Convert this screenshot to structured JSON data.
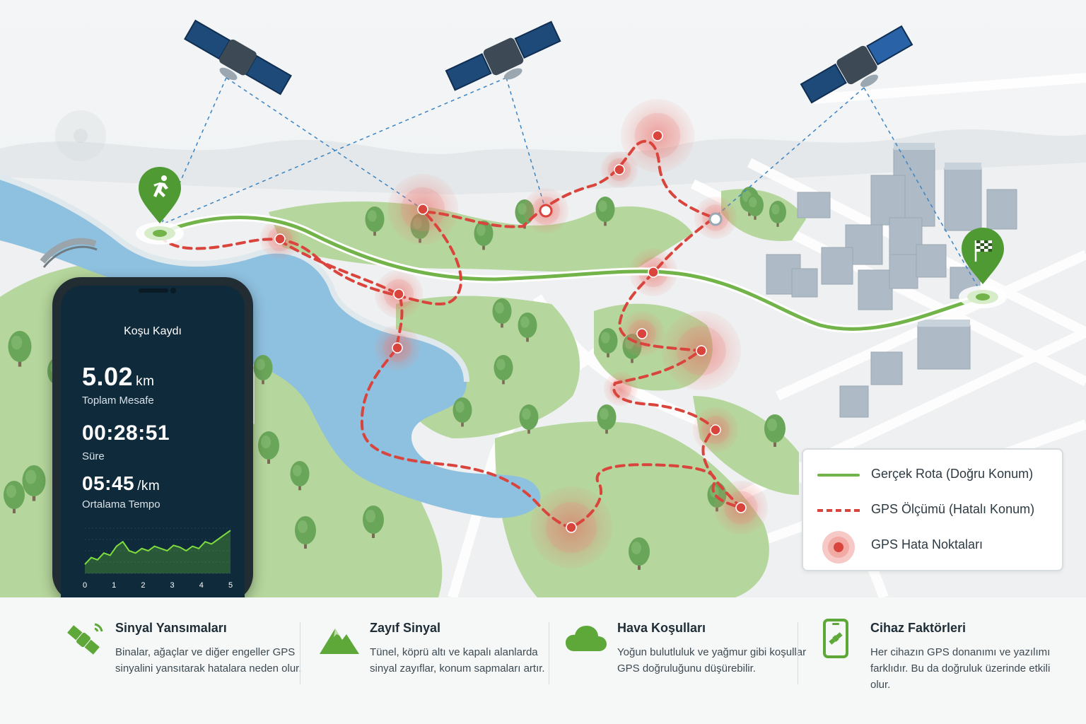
{
  "phone": {
    "app_title": "Koşu Kaydı",
    "distance": {
      "value": "5.02",
      "unit": "km",
      "label": "Toplam Mesafe"
    },
    "duration": {
      "value": "00:28:51",
      "label": "Süre"
    },
    "pace": {
      "value": "05:45",
      "unit": "/km",
      "label": "Ortalama Tempo"
    },
    "chart_data": {
      "type": "area",
      "x_ticks": [
        "0",
        "1",
        "2",
        "3",
        "4",
        "5"
      ],
      "x_range": [
        0,
        5
      ],
      "values": [
        0.2,
        0.35,
        0.3,
        0.45,
        0.4,
        0.6,
        0.7,
        0.5,
        0.45,
        0.55,
        0.5,
        0.6,
        0.55,
        0.5,
        0.62,
        0.58,
        0.5,
        0.6,
        0.55,
        0.7,
        0.65,
        0.75,
        0.85,
        0.95
      ],
      "color": "#6fcf3a"
    }
  },
  "legend": {
    "items": [
      {
        "label": "Gerçek Rota (Doğru Konum)",
        "type": "line",
        "color": "#72b44a"
      },
      {
        "label": "GPS Ölçümü (Hatalı Konum)",
        "type": "dashed",
        "color": "#d9443c"
      },
      {
        "label": "GPS Hata Noktaları",
        "type": "dot",
        "color": "#d9443c"
      }
    ]
  },
  "factors": [
    {
      "icon": "satellite-icon",
      "title": "Sinyal Yansımaları",
      "desc": "Binalar, ağaçlar ve diğer engeller GPS sinyalini yansıtarak hatalara neden olur."
    },
    {
      "icon": "mountain-icon",
      "title": "Zayıf Sinyal",
      "desc": "Tünel, köprü altı ve kapalı alanlarda sinyal zayıflar, konum sapmaları artır."
    },
    {
      "icon": "cloud-icon",
      "title": "Hava Koşulları",
      "desc": "Yoğun bulutluluk ve yağmur gibi koşullar GPS doğruluğunu düşürebilir."
    },
    {
      "icon": "phone-satellite-icon",
      "title": "Cihaz Faktörleri",
      "desc": "Her cihazın GPS donanımı ve yazılımı farklıdır. Bu da doğruluk üzerinde etkili olur."
    }
  ],
  "colors": {
    "true_route": "#72b44a",
    "gps_route": "#d9443c",
    "water": "#8ec0df",
    "park": "#a9cf8c",
    "accent_green": "#5ea83a"
  }
}
